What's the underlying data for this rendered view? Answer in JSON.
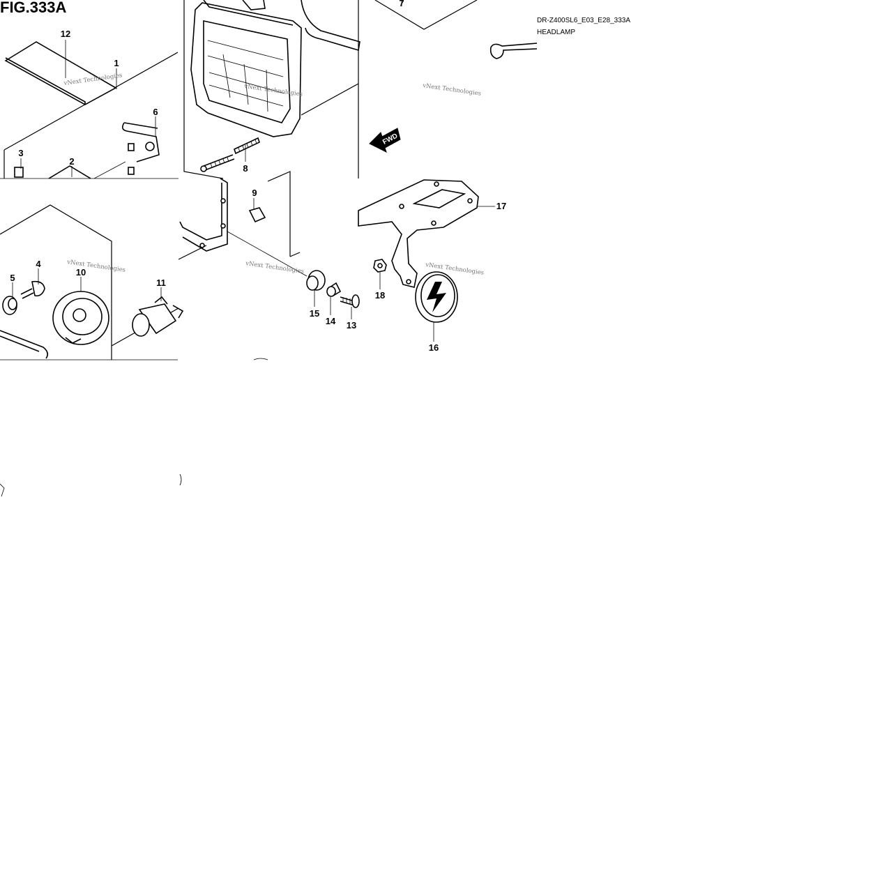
{
  "figure": {
    "title": "FIG.333A",
    "code": "DR-Z400SL6_E03_E28_333A",
    "section": "HEADLAMP",
    "fwd_label": "FWD",
    "watermark": "vNext Technologies"
  },
  "callouts": [
    "1",
    "2",
    "3",
    "4",
    "5",
    "6",
    "7",
    "8",
    "9",
    "10",
    "11",
    "12",
    "13",
    "14",
    "15",
    "16",
    "17",
    "18"
  ]
}
